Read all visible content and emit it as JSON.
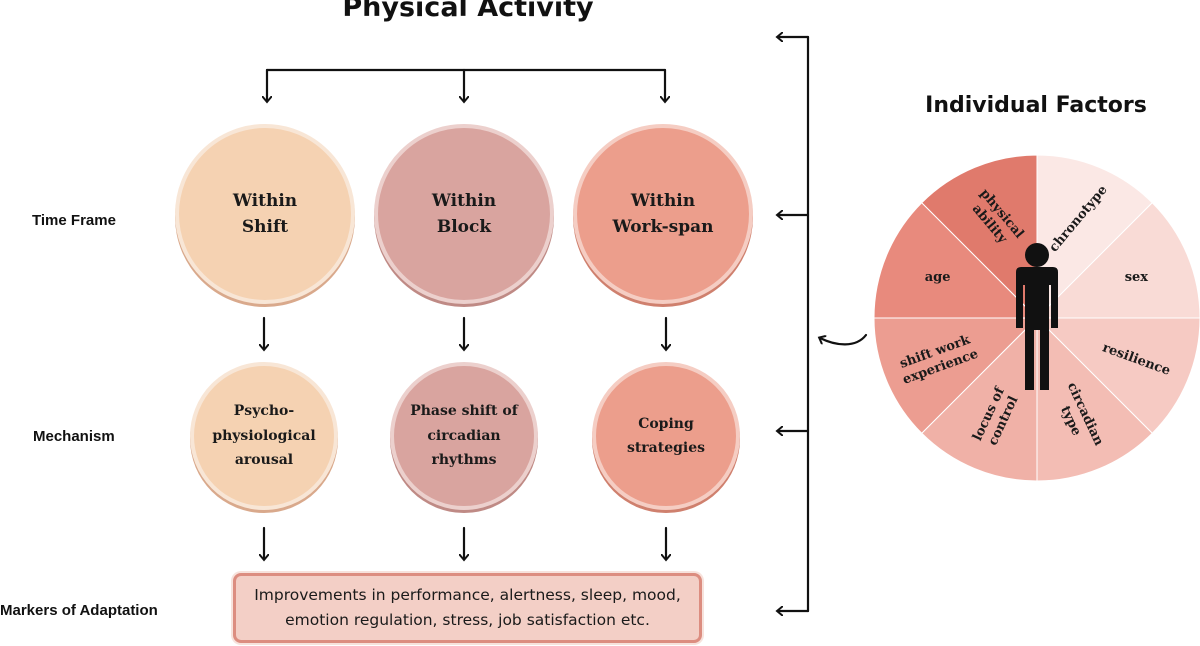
{
  "title": "Physical Activity",
  "individual_factors_title": "Individual Factors",
  "row_labels": {
    "time_frame": "Time Frame",
    "mechanism": "Mechanism",
    "markers": "Markers of Adaptation"
  },
  "time_frames": [
    {
      "label": "Within\nShift"
    },
    {
      "label": "Within\nBlock"
    },
    {
      "label": "Within\nWork-span"
    }
  ],
  "mechanisms": [
    {
      "label": "Psycho-\nphysiological\narousal"
    },
    {
      "label": "Phase shift of\ncircadian\nrhythms"
    },
    {
      "label": "Coping\nstrategies"
    }
  ],
  "markers_text": "Improvements in performance, alertness, sleep, mood,\nemotion regulation, stress, job satisfaction etc.",
  "factors": [
    {
      "label": "chronotype",
      "color": "#fbe8e5"
    },
    {
      "label": "sex",
      "color": "#f9dbd6"
    },
    {
      "label": "resilience",
      "color": "#f6cac3"
    },
    {
      "label": "circadian type",
      "color": "#f3bdb4"
    },
    {
      "label": "locus of control",
      "color": "#f0b1a7"
    },
    {
      "label": "shift work experience",
      "color": "#ec9d91"
    },
    {
      "label": "age",
      "color": "#e88a7d"
    },
    {
      "label": "physical ability",
      "color": "#e07a6c"
    }
  ],
  "colors": {
    "shift": "#f5d2b2",
    "block": "#d9a49f",
    "workspan": "#ec9e8c",
    "person": "#111111"
  }
}
